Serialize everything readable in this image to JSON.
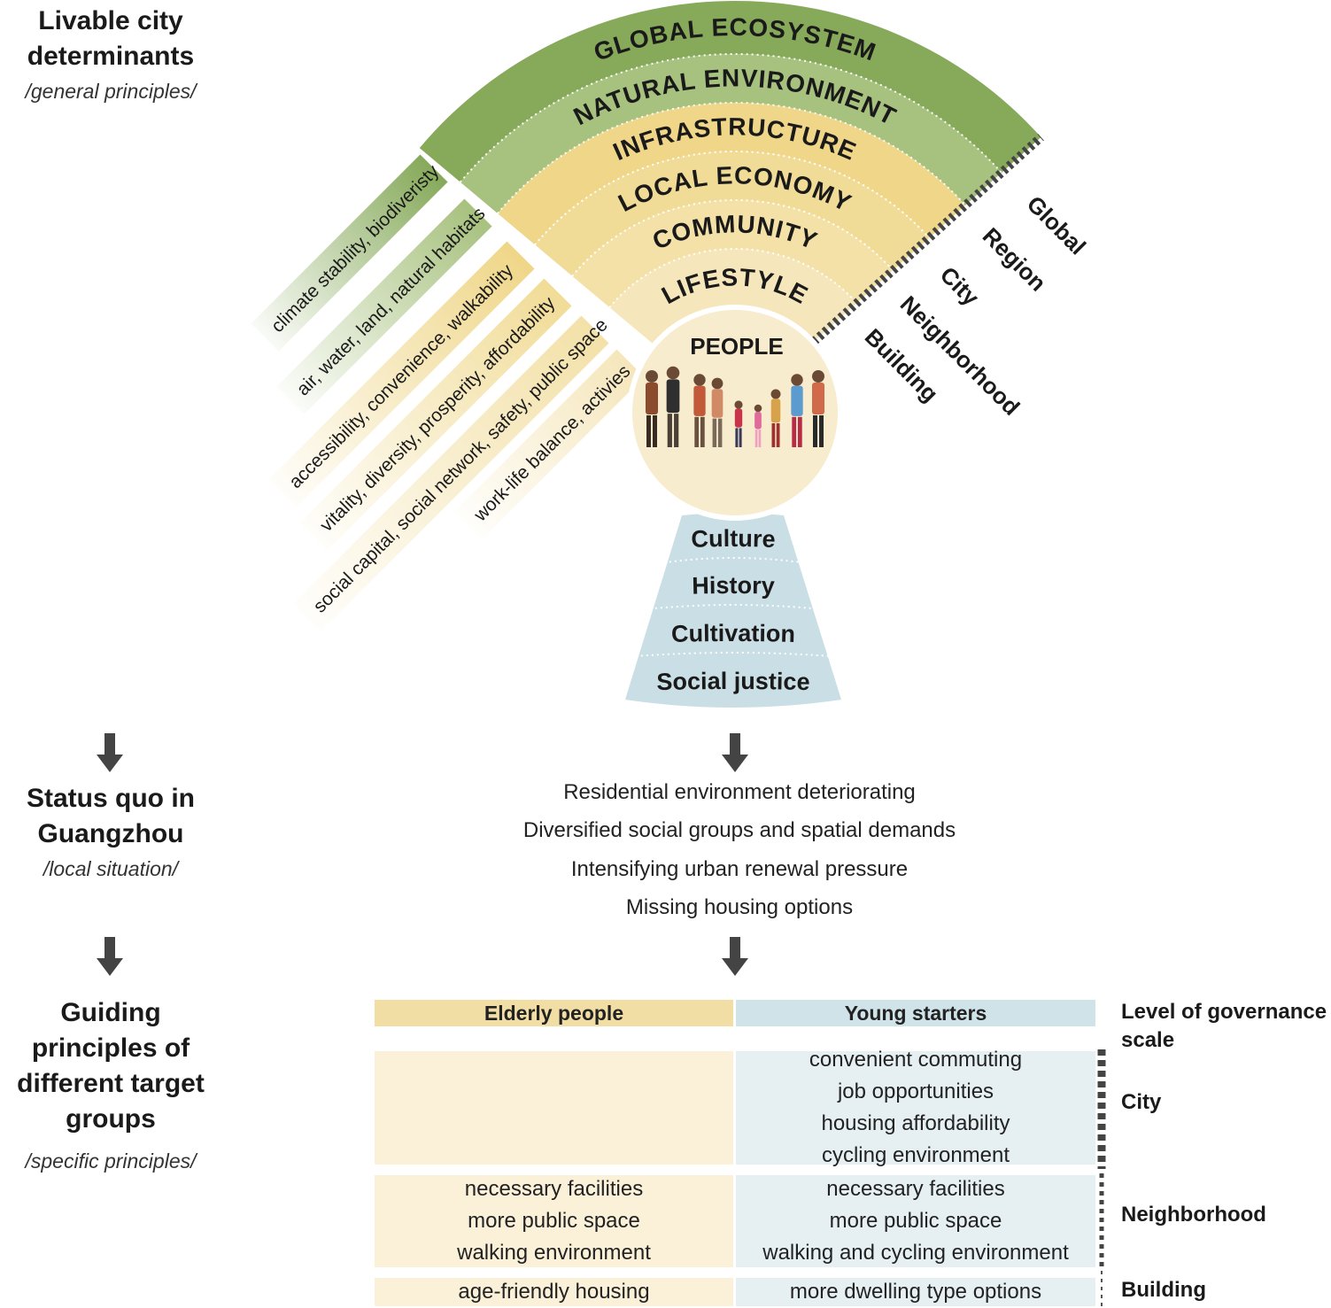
{
  "stages": {
    "determinants": {
      "title_line1": "Livable city",
      "title_line2": "determinants",
      "subtitle": "/general principles/"
    },
    "status": {
      "title_line1": "Status quo in",
      "title_line2": "Guangzhou",
      "subtitle": "/local situation/"
    },
    "guiding": {
      "title_line1": "Guiding",
      "title_line2": "principles of",
      "title_line3": "different target",
      "title_line4": "groups",
      "subtitle": "/specific principles/"
    }
  },
  "rings": [
    {
      "label": "GLOBAL ECOSYSTEM",
      "color": "#86a95a"
    },
    {
      "label": "NATURAL ENVIRONMENT",
      "color": "#a7c17e"
    },
    {
      "label": "INFRASTRUCTURE",
      "color": "#efd688"
    },
    {
      "label": "LOCAL ECONOMY",
      "color": "#f1dc97"
    },
    {
      "label": "COMMUNITY",
      "color": "#f3e1a8"
    },
    {
      "label": "LIFESTYLE",
      "color": "#f5e6bb"
    }
  ],
  "center_label": "PEOPLE",
  "center_color": "#f8ecce",
  "people_icon": "people-group-icon",
  "ribbons": [
    {
      "label": "climate stability, biodiveristy",
      "color": "#86a95a"
    },
    {
      "label": "air, water, land, natural habitats",
      "color": "#a7c17e"
    },
    {
      "label": "accessibility, convenience, walkability",
      "color": "#efd688"
    },
    {
      "label": "vitality, diversity, prosperity, affordability",
      "color": "#f1dc97"
    },
    {
      "label": "social capital, social network, safety, public space",
      "color": "#f3e1a8"
    },
    {
      "label": "work-life balance, activies",
      "color": "#f5e6bb"
    }
  ],
  "scales": [
    "Global",
    "Region",
    "City",
    "Neighborhood",
    "Building"
  ],
  "foundation": {
    "color": "#c9dee5",
    "items": [
      "Culture",
      "History",
      "Cultivation",
      "Social justice"
    ]
  },
  "status_items": [
    "Residential environment deteriorating",
    "Diversified social groups and spatial demands",
    "Intensifying urban renewal pressure",
    "Missing housing options"
  ],
  "table": {
    "headers": {
      "elderly": "Elderly people",
      "young": "Young starters",
      "level": "Level of governance",
      "level2": "scale"
    },
    "rows": [
      {
        "level": "City",
        "elderly": [],
        "young": [
          "convenient commuting",
          "job opportunities",
          "housing affordability",
          "cycling environment"
        ]
      },
      {
        "level": "Neighborhood",
        "elderly": [
          "necessary facilities",
          "more public space",
          "walking environment"
        ],
        "young": [
          "necessary facilities",
          "more public space",
          "walking and cycling environment"
        ]
      },
      {
        "level": "Building",
        "elderly": [
          "age-friendly housing"
        ],
        "young": [
          "more dwelling type options"
        ]
      }
    ]
  }
}
